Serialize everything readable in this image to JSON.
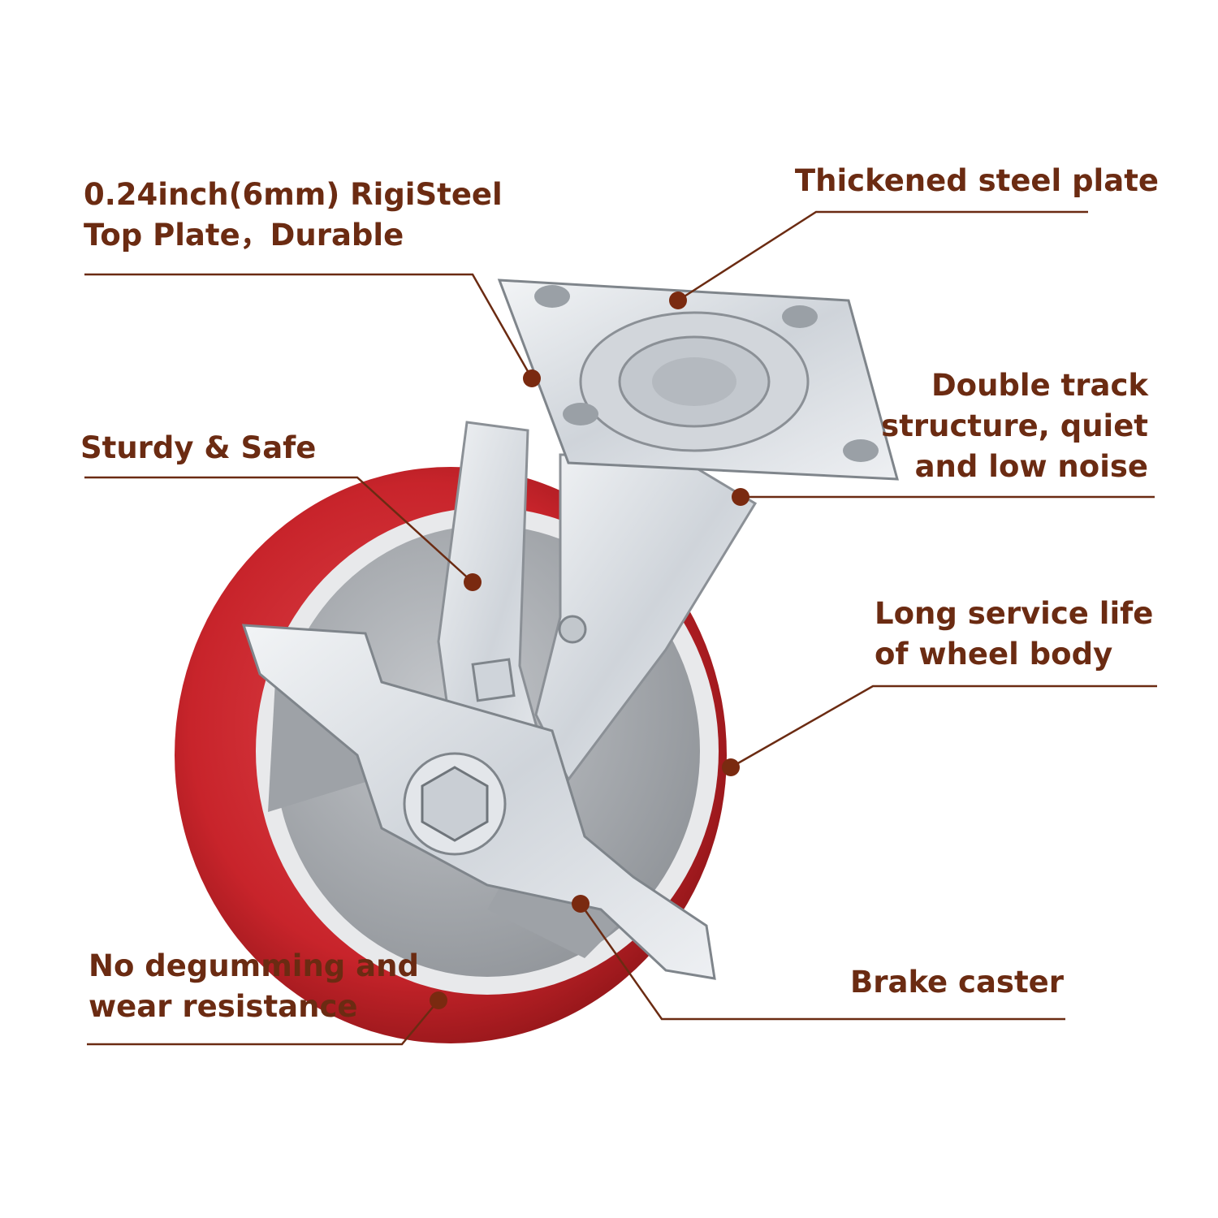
{
  "colors": {
    "text": "#6b2b12",
    "leader_line": "#6b2b12",
    "dot": "#7a2a10",
    "wheel_tread": "#c8242b",
    "hub": "#a9adb2",
    "steel": "#d9dde2"
  },
  "callouts": [
    {
      "id": "top-plate",
      "lines": [
        "0.24inch(6mm) RigiSteel",
        "Top Plate，Durable"
      ]
    },
    {
      "id": "steel-plate",
      "lines": [
        "Thickened steel plate"
      ]
    },
    {
      "id": "double-track",
      "lines": [
        "Double track",
        "structure, quiet",
        "and low noise"
      ]
    },
    {
      "id": "sturdy",
      "lines": [
        "Sturdy & Safe"
      ]
    },
    {
      "id": "service-life",
      "lines": [
        "Long service life",
        "of wheel body"
      ]
    },
    {
      "id": "degumming",
      "lines": [
        "No degumming and",
        "wear resistance"
      ]
    },
    {
      "id": "brake",
      "lines": [
        "Brake caster"
      ]
    }
  ]
}
